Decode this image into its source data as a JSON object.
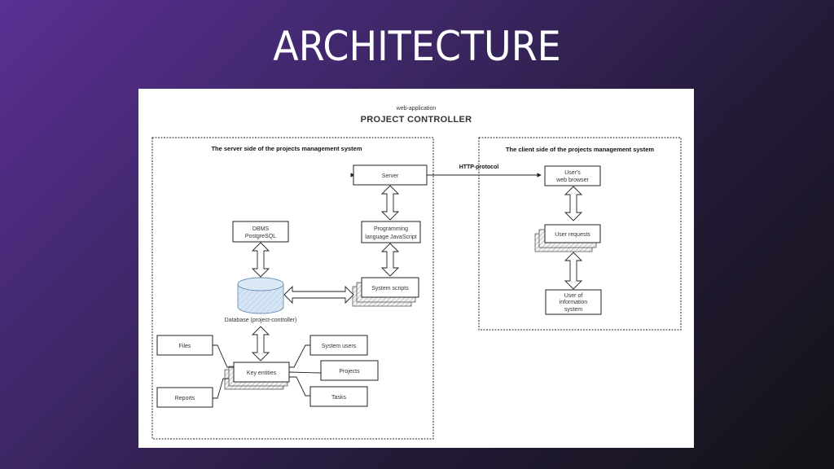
{
  "slide": {
    "title": "ARCHITECTURE"
  },
  "diagram": {
    "subtitle": "web-application",
    "title": "PROJECT CONTROLLER",
    "server_side": {
      "header": "The server side of the projects management system",
      "nodes": {
        "server": "Server",
        "language_line1": "Programming",
        "language_line2": "language JavaScript",
        "system_scripts": "System scripts",
        "dbms_line1": "DBMS",
        "dbms_line2": "PostgreSQL",
        "database": "Database (project-controller)",
        "key_entities": "Key entities",
        "files": "Files",
        "reports": "Reports",
        "system_users": "System users",
        "projects": "Projects",
        "tasks": "Tasks"
      }
    },
    "client_side": {
      "header": "The client side of the projects management system",
      "nodes": {
        "browser_line1": "User's",
        "browser_line2": "web browser",
        "user_requests": "User requests",
        "user_line1": "User of",
        "user_line2": "information",
        "user_line3": "system"
      }
    },
    "protocol_label": "HTTP-protocol",
    "colors": {
      "database_fill": "#cfe0f0",
      "database_stroke": "#6a8fb8"
    }
  }
}
